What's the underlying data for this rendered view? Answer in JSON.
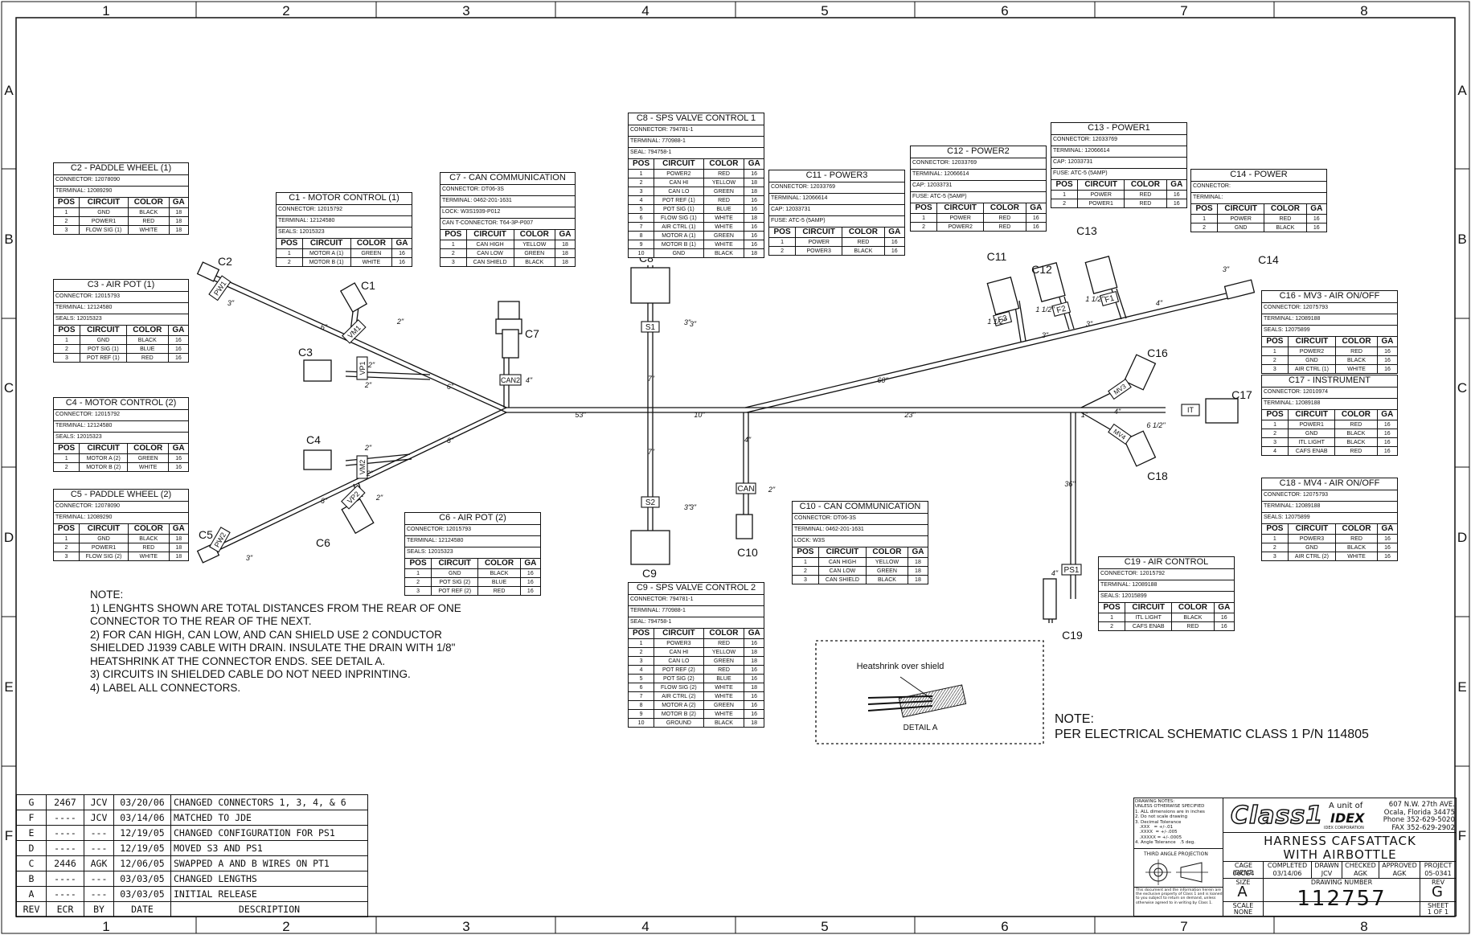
{
  "grid": {
    "cols": [
      "1",
      "2",
      "3",
      "4",
      "5",
      "6",
      "7",
      "8"
    ],
    "rows": [
      "A",
      "B",
      "C",
      "D",
      "E",
      "F"
    ]
  },
  "connectors": [
    {
      "id": "C2",
      "title": "C2 - PADDLE WHEEL (1)",
      "meta": [
        "CONNECTOR: 12078090",
        "TERMINAL: 12089290"
      ],
      "headers": [
        "POS",
        "CIRCUIT",
        "COLOR",
        "GA"
      ],
      "rows": [
        [
          "1",
          "GND",
          "BLACK",
          "18"
        ],
        [
          "2",
          "POWER1",
          "RED",
          "18"
        ],
        [
          "3",
          "FLOW SIG (1)",
          "WHITE",
          "18"
        ]
      ]
    },
    {
      "id": "C1",
      "title": "C1 - MOTOR CONTROL (1)",
      "meta": [
        "CONNECTOR: 12015792",
        "TERMINAL: 12124580",
        "SEALS: 12015323"
      ],
      "headers": [
        "POS",
        "CIRCUIT",
        "COLOR",
        "GA"
      ],
      "rows": [
        [
          "1",
          "MOTOR A (1)",
          "GREEN",
          "16"
        ],
        [
          "2",
          "MOTOR B (1)",
          "WHITE",
          "16"
        ]
      ]
    },
    {
      "id": "C7",
      "title": "C7 - CAN COMMUNICATION",
      "meta": [
        "CONNECTOR: DT06-3S",
        "TERMINAL: 0462-201-1631",
        "LOCK: W3S1939-P012",
        "CAN T-CONNECTOR: T64-3P-P007"
      ],
      "headers": [
        "POS",
        "CIRCUIT",
        "COLOR",
        "GA"
      ],
      "rows": [
        [
          "1",
          "CAN HIGH",
          "YELLOW",
          "18"
        ],
        [
          "2",
          "CAN LOW",
          "GREEN",
          "18"
        ],
        [
          "3",
          "CAN SHIELD",
          "BLACK",
          "18"
        ]
      ]
    },
    {
      "id": "C8",
      "title": "C8 - SPS VALVE CONTROL 1",
      "meta": [
        "CONNECTOR: 794781-1",
        "TERMINAL: 770988-1",
        "SEAL: 794758-1"
      ],
      "headers": [
        "POS",
        "CIRCUIT",
        "COLOR",
        "GA"
      ],
      "rows": [
        [
          "1",
          "POWER2",
          "RED",
          "16"
        ],
        [
          "2",
          "CAN HI",
          "YELLOW",
          "18"
        ],
        [
          "3",
          "CAN LO",
          "GREEN",
          "18"
        ],
        [
          "4",
          "POT REF (1)",
          "RED",
          "16"
        ],
        [
          "5",
          "POT SIG (1)",
          "BLUE",
          "16"
        ],
        [
          "6",
          "FLOW SIG (1)",
          "WHITE",
          "18"
        ],
        [
          "7",
          "AIR CTRL (1)",
          "WHITE",
          "16"
        ],
        [
          "8",
          "MOTOR A (1)",
          "GREEN",
          "16"
        ],
        [
          "9",
          "MOTOR B (1)",
          "WHITE",
          "16"
        ],
        [
          "10",
          "GND",
          "BLACK",
          "18"
        ]
      ]
    },
    {
      "id": "C11",
      "title": "C11 - POWER3",
      "meta": [
        "CONNECTOR: 12033769",
        "TERMINAL: 12066614",
        "CAP: 12033731",
        "FUSE: ATC-5 (5AMP)"
      ],
      "headers": [
        "POS",
        "CIRCUIT",
        "COLOR",
        "GA"
      ],
      "rows": [
        [
          "1",
          "POWER",
          "RED",
          "16"
        ],
        [
          "2",
          "POWER3",
          "BLACK",
          "16"
        ]
      ]
    },
    {
      "id": "C12",
      "title": "C12 - POWER2",
      "meta": [
        "CONNECTOR: 12033769",
        "TERMINAL: 12066614",
        "CAP: 12033731",
        "FUSE: ATC-5 (5AMP)"
      ],
      "headers": [
        "POS",
        "CIRCUIT",
        "COLOR",
        "GA"
      ],
      "rows": [
        [
          "1",
          "POWER",
          "RED",
          "16"
        ],
        [
          "2",
          "POWER2",
          "RED",
          "16"
        ]
      ]
    },
    {
      "id": "C13",
      "title": "C13 - POWER1",
      "meta": [
        "CONNECTOR: 12033769",
        "TERMINAL: 12066614",
        "CAP: 12033731",
        "FUSE: ATC-5 (5AMP)"
      ],
      "headers": [
        "POS",
        "CIRCUIT",
        "COLOR",
        "GA"
      ],
      "rows": [
        [
          "1",
          "POWER",
          "RED",
          "16"
        ],
        [
          "2",
          "POWER1",
          "RED",
          "16"
        ]
      ]
    },
    {
      "id": "C14",
      "title": "C14 - POWER",
      "meta": [
        "CONNECTOR:",
        "TERMINAL:"
      ],
      "headers": [
        "POS",
        "CIRCUIT",
        "COLOR",
        "GA"
      ],
      "rows": [
        [
          "1",
          "POWER",
          "RED",
          "16"
        ],
        [
          "2",
          "GND",
          "BLACK",
          "16"
        ]
      ]
    },
    {
      "id": "C3",
      "title": "C3 - AIR POT (1)",
      "meta": [
        "CONNECTOR: 12015793",
        "TERMINAL: 12124580",
        "SEALS: 12015323"
      ],
      "headers": [
        "POS",
        "CIRCUIT",
        "COLOR",
        "GA"
      ],
      "rows": [
        [
          "1",
          "GND",
          "BLACK",
          "16"
        ],
        [
          "2",
          "POT SIG (1)",
          "BLUE",
          "16"
        ],
        [
          "3",
          "POT REF (1)",
          "RED",
          "16"
        ]
      ]
    },
    {
      "id": "C16",
      "title": "C16 - MV3 - AIR ON/OFF",
      "meta": [
        "CONNECTOR: 12075793",
        "TERMINAL: 12089188",
        "SEALS: 12075899"
      ],
      "headers": [
        "POS",
        "CIRCUIT",
        "COLOR",
        "GA"
      ],
      "rows": [
        [
          "1",
          "POWER2",
          "RED",
          "16"
        ],
        [
          "2",
          "GND",
          "BLACK",
          "16"
        ],
        [
          "3",
          "AIR CTRL (1)",
          "WHITE",
          "16"
        ]
      ]
    },
    {
      "id": "C4",
      "title": "C4 - MOTOR CONTROL (2)",
      "meta": [
        "CONNECTOR: 12015792",
        "TERMINAL: 12124580",
        "SEALS: 12015323"
      ],
      "headers": [
        "POS",
        "CIRCUIT",
        "COLOR",
        "GA"
      ],
      "rows": [
        [
          "1",
          "MOTOR A (2)",
          "GREEN",
          "16"
        ],
        [
          "2",
          "MOTOR B (2)",
          "WHITE",
          "16"
        ]
      ]
    },
    {
      "id": "C17",
      "title": "C17 - INSTRUMENT",
      "meta": [
        "CONNECTOR: 12010974",
        "TERMINAL: 12089188"
      ],
      "headers": [
        "POS",
        "CIRCUIT",
        "COLOR",
        "GA"
      ],
      "rows": [
        [
          "1",
          "POWER1",
          "RED",
          "16"
        ],
        [
          "2",
          "GND",
          "BLACK",
          "16"
        ],
        [
          "3",
          "ITL LIGHT",
          "BLACK",
          "16"
        ],
        [
          "4",
          "CAFS ENAB",
          "RED",
          "16"
        ]
      ]
    },
    {
      "id": "C5",
      "title": "C5 - PADDLE WHEEL (2)",
      "meta": [
        "CONNECTOR: 12078090",
        "TERMINAL: 12089290"
      ],
      "headers": [
        "POS",
        "CIRCUIT",
        "COLOR",
        "GA"
      ],
      "rows": [
        [
          "1",
          "GND",
          "BLACK",
          "18"
        ],
        [
          "2",
          "POWER1",
          "RED",
          "18"
        ],
        [
          "3",
          "FLOW SIG (2)",
          "WHITE",
          "18"
        ]
      ]
    },
    {
      "id": "C6",
      "title": "C6 - AIR POT (2)",
      "meta": [
        "CONNECTOR: 12015793",
        "TERMINAL: 12124580",
        "SEALS: 12015323"
      ],
      "headers": [
        "POS",
        "CIRCUIT",
        "COLOR",
        "GA"
      ],
      "rows": [
        [
          "1",
          "GND",
          "BLACK",
          "16"
        ],
        [
          "2",
          "POT SIG (2)",
          "BLUE",
          "16"
        ],
        [
          "3",
          "POT REF (2)",
          "RED",
          "16"
        ]
      ]
    },
    {
      "id": "C10",
      "title": "C10 - CAN COMMUNICATION",
      "meta": [
        "CONNECTOR: DT06-3S",
        "TERMINAL: 0462-201-1631",
        "LOCK: W3S"
      ],
      "headers": [
        "POS",
        "CIRCUIT",
        "COLOR",
        "GA"
      ],
      "rows": [
        [
          "1",
          "CAN HIGH",
          "YELLOW",
          "18"
        ],
        [
          "2",
          "CAN LOW",
          "GREEN",
          "18"
        ],
        [
          "3",
          "CAN SHIELD",
          "BLACK",
          "18"
        ]
      ]
    },
    {
      "id": "C18",
      "title": "C18 - MV4 - AIR ON/OFF",
      "meta": [
        "CONNECTOR: 12075793",
        "TERMINAL: 12089188",
        "SEALS: 12075899"
      ],
      "headers": [
        "POS",
        "CIRCUIT",
        "COLOR",
        "GA"
      ],
      "rows": [
        [
          "1",
          "POWER3",
          "RED",
          "16"
        ],
        [
          "2",
          "GND",
          "BLACK",
          "16"
        ],
        [
          "3",
          "AIR CTRL (2)",
          "WHITE",
          "16"
        ]
      ]
    },
    {
      "id": "C19",
      "title": "C19 - AIR CONTROL",
      "meta": [
        "CONNECTOR: 12015792",
        "TERMINAL: 12089188",
        "SEALS: 12015899"
      ],
      "headers": [
        "POS",
        "CIRCUIT",
        "COLOR",
        "GA"
      ],
      "rows": [
        [
          "1",
          "ITL LIGHT",
          "BLACK",
          "16"
        ],
        [
          "2",
          "CAFS ENAB",
          "RED",
          "16"
        ]
      ]
    },
    {
      "id": "C9",
      "title": "C9 - SPS VALVE CONTROL 2",
      "meta": [
        "CONNECTOR: 794781-1",
        "TERMINAL: 770988-1",
        "SEAL: 794758-1"
      ],
      "headers": [
        "POS",
        "CIRCUIT",
        "COLOR",
        "GA"
      ],
      "rows": [
        [
          "1",
          "POWER3",
          "RED",
          "16"
        ],
        [
          "2",
          "CAN HI",
          "YELLOW",
          "18"
        ],
        [
          "3",
          "CAN LO",
          "GREEN",
          "18"
        ],
        [
          "4",
          "POT REF (2)",
          "RED",
          "16"
        ],
        [
          "5",
          "POT SIG (2)",
          "BLUE",
          "16"
        ],
        [
          "6",
          "FLOW SIG (2)",
          "WHITE",
          "18"
        ],
        [
          "7",
          "AIR CTRL (2)",
          "WHITE",
          "16"
        ],
        [
          "8",
          "MOTOR A (2)",
          "GREEN",
          "16"
        ],
        [
          "9",
          "MOTOR B (2)",
          "WHITE",
          "16"
        ],
        [
          "10",
          "GROUND",
          "BLACK",
          "18"
        ]
      ]
    }
  ],
  "diagram_labels": {
    "c2": "C2",
    "c1": "C1",
    "c3": "C3",
    "c4": "C4",
    "c5": "C5",
    "c6": "C6",
    "c7": "C7",
    "c8": "C8",
    "c9": "C9",
    "c10": "C10",
    "c11": "C11",
    "c12": "C12",
    "c13": "C13",
    "c14": "C14",
    "c16": "C16",
    "c17": "C17",
    "c18": "C18",
    "c19": "C19",
    "pw1": "PW1",
    "vm1": "VM1",
    "vp1": "VP1",
    "vm2": "VM2",
    "vp2": "VP2",
    "pw2": "PW2",
    "can2": "CAN2",
    "s1": "S1",
    "s2": "S2",
    "can": "CAN",
    "ps1": "PS1",
    "f1": "F1",
    "f2": "F2",
    "f3": "F3",
    "mv3": "MV3",
    "it": "IT",
    "mv4": "MV4",
    "d53": "53\"",
    "d10": "10\"",
    "d23": "23\"",
    "d60": "60\"",
    "d3a": "3\"",
    "d3b": "3\"",
    "d4": "4\"",
    "d36": "36\"",
    "d6a": "6\"",
    "d6b": "6\"",
    "d6c": "6\"",
    "d6d": "6\"",
    "d2a": "2\"",
    "d2b": "2\"",
    "d2c": "2\"",
    "d2d": "2\"",
    "d2e": "2\"",
    "d2f": "2\"",
    "d3c": "3\"",
    "d3d": "3\"",
    "d3e": "3\"",
    "d7a": "7\"",
    "d7b": "7\"",
    "d3f": "3\"",
    "d3g": "3\"",
    "d4b": "4\"",
    "d4c": "4\"",
    "d2g": "2\"",
    "d1": "1\"",
    "d612": "6 1/2\"",
    "d4d": "4\"",
    "d3h": "3\"",
    "d112a": "1 1/2\"",
    "d112b": "1 1/2\"",
    "d112c": "1 1/2\"",
    "d4e": "4\"",
    "d3i": "3\""
  },
  "notes": {
    "heading": "NOTE:",
    "lines": [
      "1) LENGHTS SHOWN ARE TOTAL DISTANCES FROM THE REAR OF ONE",
      "CONNECTOR TO THE REAR OF THE NEXT.",
      "2) FOR CAN HIGH, CAN LOW, AND CAN SHIELD USE 2 CONDUCTOR",
      "SHIELDED J1939 CABLE WITH DRAIN.  INSULATE THE DRAIN WITH 1/8\"",
      "HEATSHRINK AT THE CONNECTOR ENDS.  SEE DETAIL A.",
      "3) CIRCUITS IN SHIELDED CABLE DO NOT NEED INPRINTING.",
      "4) LABEL ALL CONNECTORS."
    ]
  },
  "note2": {
    "heading": "NOTE:",
    "line": "PER ELECTRICAL SCHEMATIC CLASS 1 P/N 114805"
  },
  "detail": {
    "caption": "Heatshrink over shield",
    "label": "DETAIL A"
  },
  "revisions": {
    "headers": [
      "REV",
      "ECR",
      "BY",
      "DATE",
      "DESCRIPTION"
    ],
    "rows": [
      [
        "G",
        "2467",
        "JCV",
        "03/20/06",
        "CHANGED CONNECTORS 1, 3, 4, & 6"
      ],
      [
        "F",
        "----",
        "JCV",
        "03/14/06",
        "MATCHED TO JDE"
      ],
      [
        "E",
        "----",
        "---",
        "12/19/05",
        "CHANGED CONFIGURATION FOR PS1"
      ],
      [
        "D",
        "----",
        "---",
        "12/19/05",
        "MOVED S3 AND PS1"
      ],
      [
        "C",
        "2446",
        "AGK",
        "12/06/05",
        "SWAPPED A AND B WIRES ON PT1"
      ],
      [
        "B",
        "----",
        "---",
        "03/03/05",
        "CHANGED LENGTHS"
      ],
      [
        "A",
        "----",
        "---",
        "03/03/05",
        "INITIAL RELEASE"
      ]
    ]
  },
  "title_block": {
    "drawing_notes": [
      "DRAWING NOTES:",
      "UNLESS OTHERWISE SPECIFIED",
      "1. ALL dimensions are in inches",
      "2. Do not scale drawing",
      "3. Decimal Tolerance",
      "   .XXX   = +/-.01",
      "   .XXXX  = +/-.005",
      "   .XXXXX = +/-.0005",
      "4. Angle Tolerance   .5 deg."
    ],
    "third_angle": "THIRD ANGLE PROJECTION",
    "proprietary": "This document and the information herein are the exclusive property of Class 1 and is loaned to you subject to return on demand, unless otherwise agreed to in writing by Class 1.",
    "logo": "Class1",
    "unit_of": "A unit of",
    "idex": "IDEX",
    "idex_corp": "IDEX CORPORATION",
    "address": [
      "607 N.W. 27th AVE.",
      "Ocala, Florida 34475",
      "Phone  352-629-5020",
      "FAX   352-629-2902"
    ],
    "title1": "HARNESS CAFSATTACK",
    "title2": "WITH AIRBOTTLE",
    "cage_label": "CAGE IDENT.",
    "cage": "06CG4",
    "completed_label": "COMPLETED",
    "completed": "03/14/06",
    "drawn_label": "DRAWN",
    "drawn": "JCV",
    "checked_label": "CHECKED",
    "checked": "AGK",
    "approved_label": "APPROVED",
    "approved": "AGK",
    "project_label": "PROJECT",
    "project": "05-0341",
    "size_label": "SIZE",
    "size": "A",
    "drawing_number_label": "DRAWING NUMBER",
    "drawing_number": "112757",
    "rev_label": "REV",
    "rev": "G",
    "scale_label": "SCALE",
    "scale": "NONE",
    "sheet_label": "SHEET",
    "sheet": "1 OF 1"
  }
}
